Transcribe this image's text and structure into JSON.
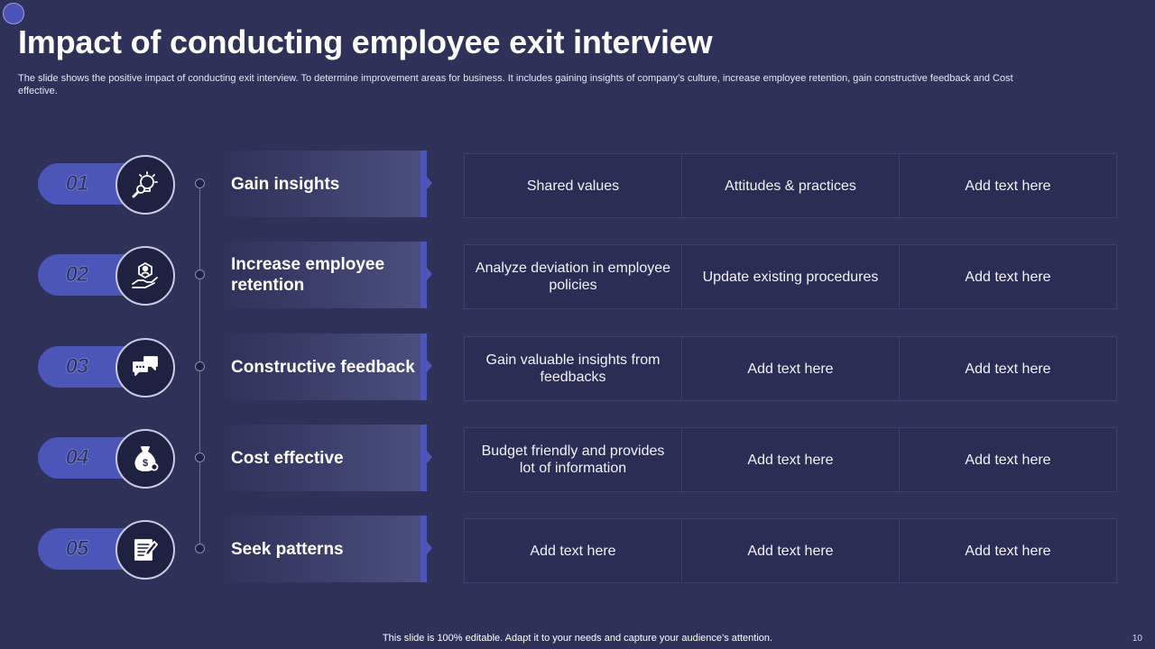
{
  "title": "Impact of conducting employee exit interview",
  "subtitle": "The slide shows the positive impact of conducting exit interview. To determine improvement areas for business. It includes gaining insights of company’s culture, increase employee retention, gain constructive feedback and Cost effective.",
  "rows": [
    {
      "number": "01",
      "icon": "lightbulb-magnifier-icon",
      "label": "Gain insights",
      "cells": [
        "Shared values",
        "Attitudes & practices",
        "Add text here"
      ]
    },
    {
      "number": "02",
      "icon": "hand-person-icon",
      "label": "Increase employee retention",
      "cells": [
        "Analyze deviation in employee policies",
        "Update existing procedures",
        "Add text here"
      ]
    },
    {
      "number": "03",
      "icon": "feedback-chat-icon",
      "label": "Constructive feedback",
      "cells": [
        "Gain valuable insights from feedbacks",
        "Add text here",
        "Add text here"
      ]
    },
    {
      "number": "04",
      "icon": "money-bag-icon",
      "label": "Cost effective",
      "cells": [
        "Budget friendly and provides lot of information",
        "Add text here",
        "Add text here"
      ]
    },
    {
      "number": "05",
      "icon": "document-pen-icon",
      "label": "Seek patterns",
      "cells": [
        "Add text here",
        "Add text here",
        "Add text here"
      ]
    }
  ],
  "footer": "This slide is 100% editable. Adapt it to your needs and capture your audience’s attention.",
  "page_number": "10",
  "colors": {
    "background": "#2e3158",
    "accent": "#4b56b8",
    "icon_circle": "#1f2140"
  }
}
